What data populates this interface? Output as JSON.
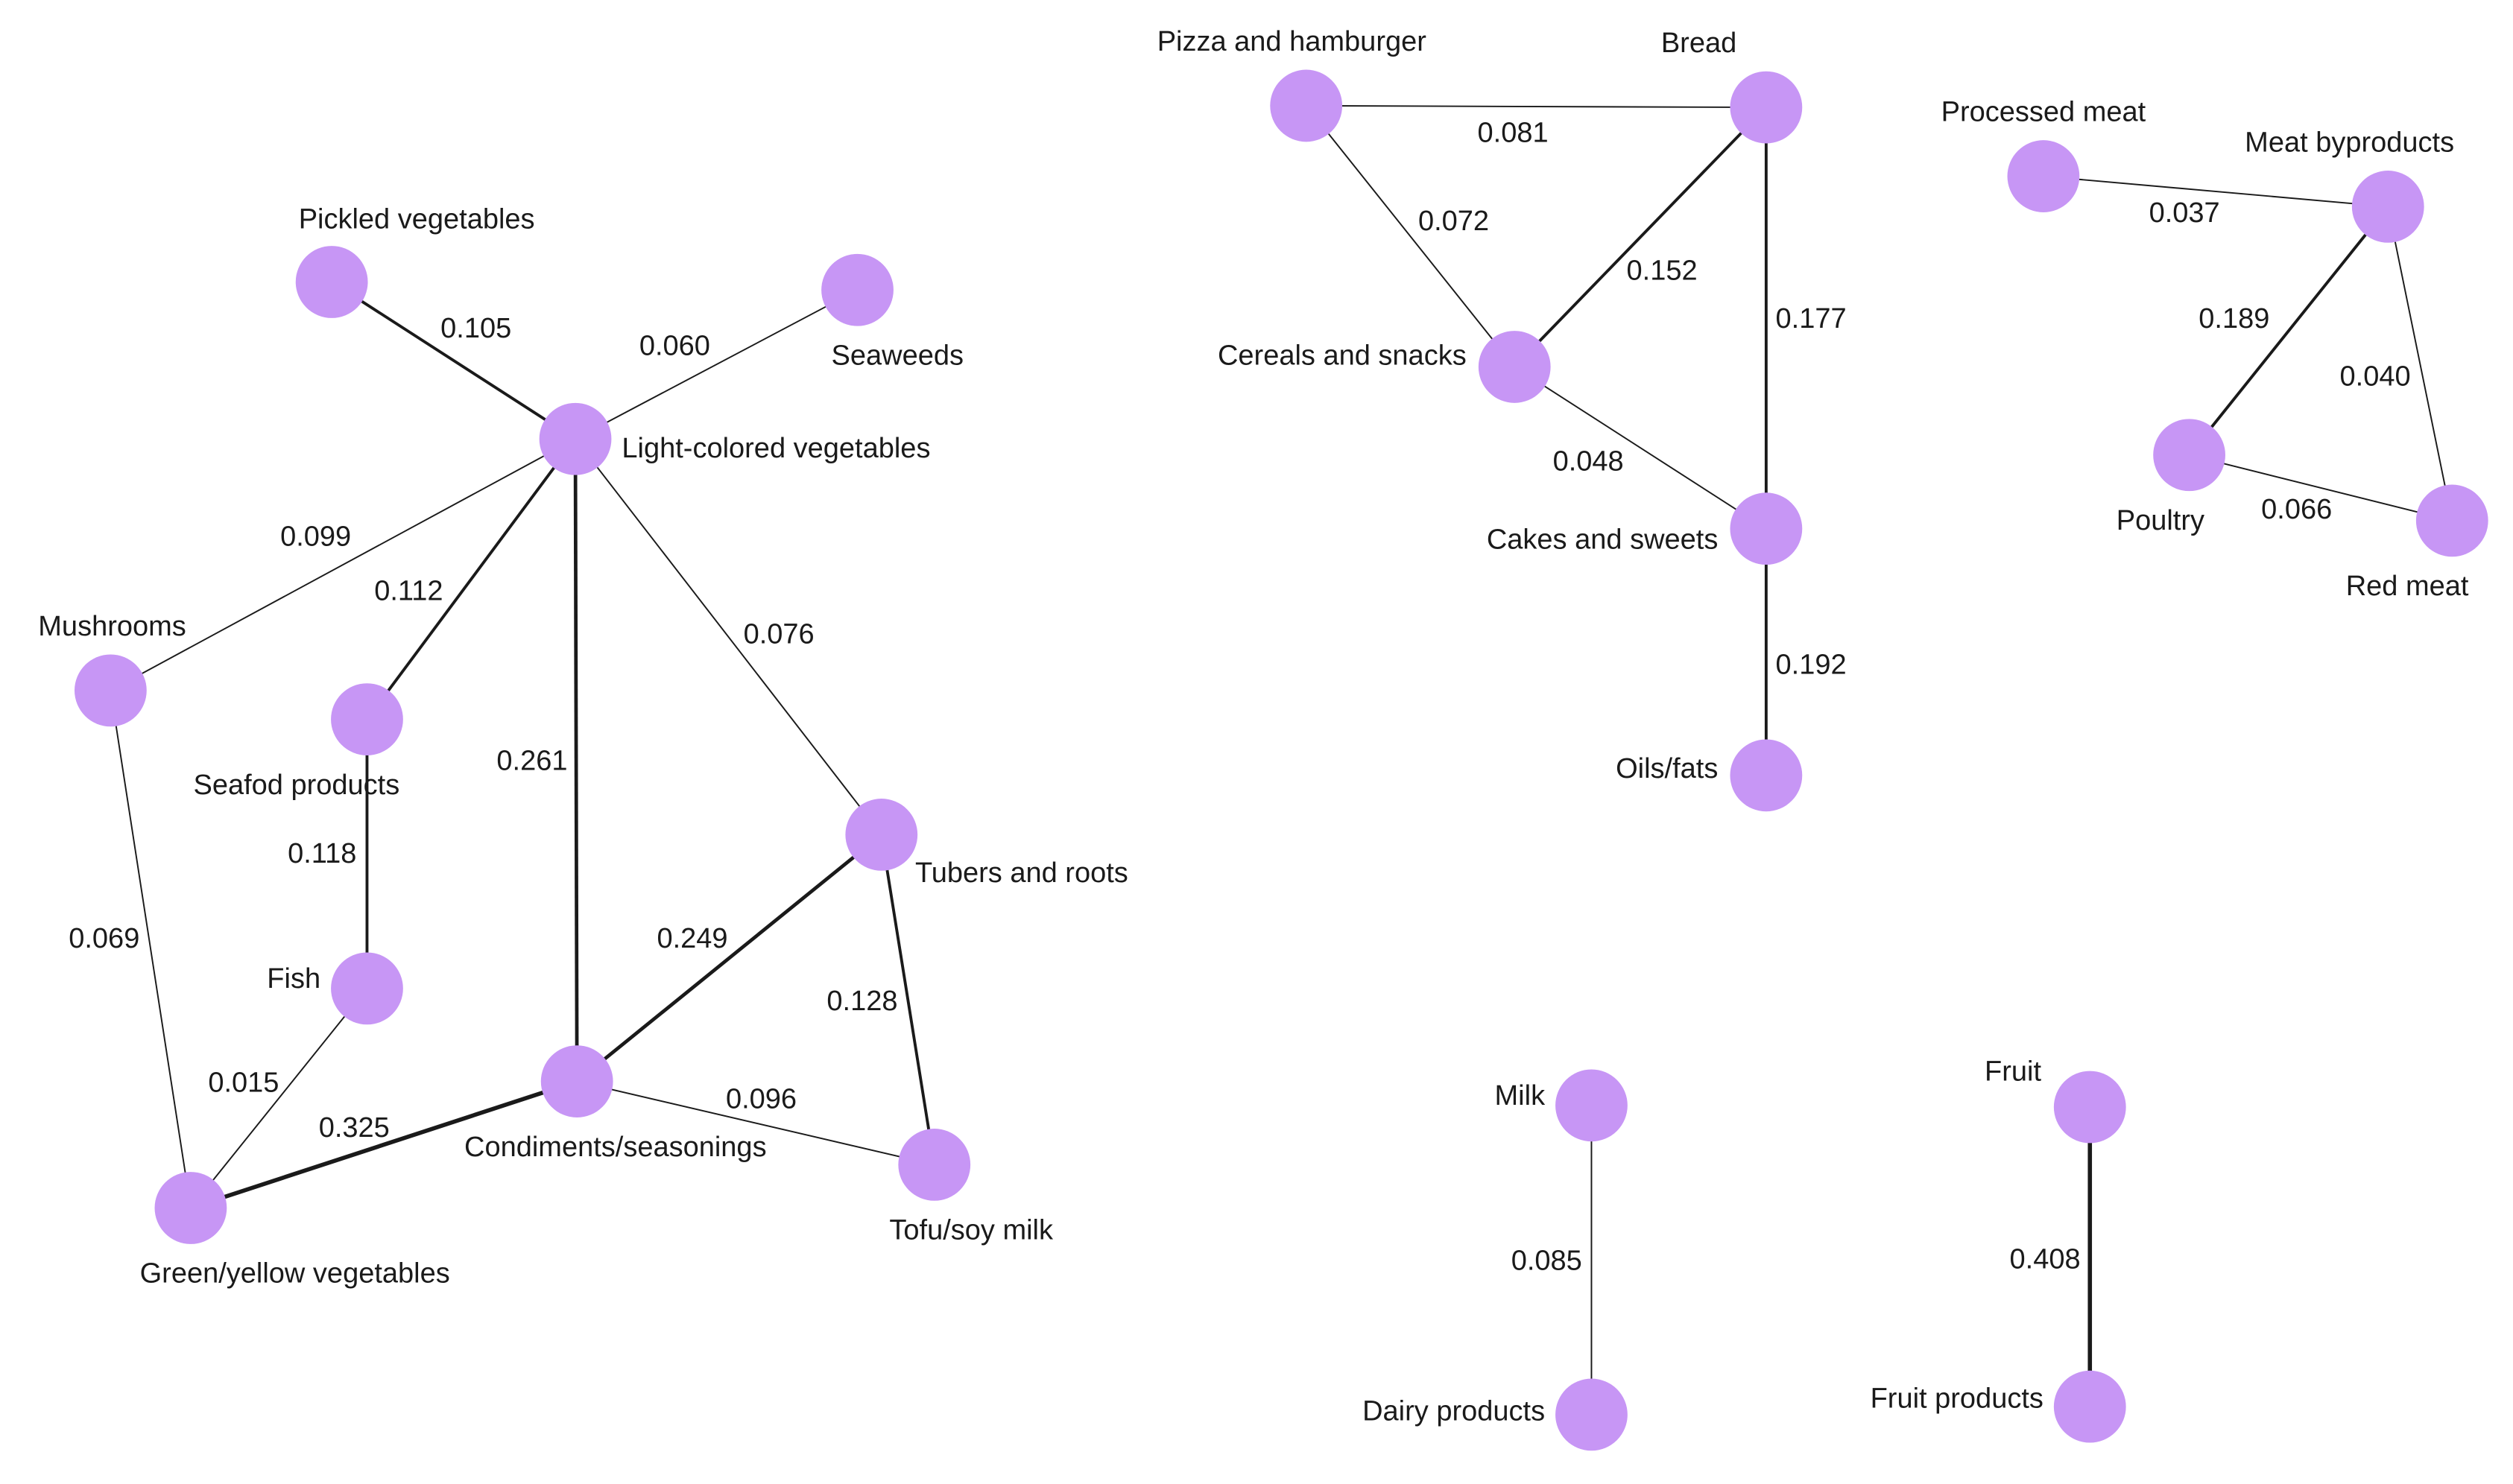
{
  "colors": {
    "node_fill": "#c796f5",
    "edge_stroke": "#1a1a1a",
    "text": "#1a1a1a",
    "background": "#ffffff"
  },
  "nodes": [
    {
      "id": "pickled",
      "label": "Pickled vegetables"
    },
    {
      "id": "seaweeds",
      "label": "Seaweeds"
    },
    {
      "id": "light",
      "label": "Light-colored vegetables"
    },
    {
      "id": "mushrooms",
      "label": "Mushrooms"
    },
    {
      "id": "seafood",
      "label": "Seafod products"
    },
    {
      "id": "fish",
      "label": "Fish"
    },
    {
      "id": "tubers",
      "label": "Tubers and roots"
    },
    {
      "id": "condiments",
      "label": "Condiments/seasonings"
    },
    {
      "id": "tofu",
      "label": "Tofu/soy milk"
    },
    {
      "id": "greenyellow",
      "label": "Green/yellow vegetables"
    },
    {
      "id": "pizza",
      "label": "Pizza and hamburger"
    },
    {
      "id": "bread",
      "label": "Bread"
    },
    {
      "id": "cereals",
      "label": "Cereals and snacks"
    },
    {
      "id": "cakes",
      "label": "Cakes and sweets"
    },
    {
      "id": "oils",
      "label": "Oils/fats"
    },
    {
      "id": "processed",
      "label": "Processed meat"
    },
    {
      "id": "byproducts",
      "label": "Meat byproducts"
    },
    {
      "id": "poultry",
      "label": "Poultry"
    },
    {
      "id": "redmeat",
      "label": "Red meat"
    },
    {
      "id": "milk",
      "label": "Milk"
    },
    {
      "id": "dairy",
      "label": "Dairy products"
    },
    {
      "id": "fruit",
      "label": "Fruit"
    },
    {
      "id": "fruitproducts",
      "label": "Fruit products"
    }
  ],
  "edges": [
    {
      "source": "pickled",
      "target": "light",
      "weight": "0.105"
    },
    {
      "source": "seaweeds",
      "target": "light",
      "weight": "0.060"
    },
    {
      "source": "light",
      "target": "mushrooms",
      "weight": "0.099"
    },
    {
      "source": "light",
      "target": "seafood",
      "weight": "0.112"
    },
    {
      "source": "light",
      "target": "condiments",
      "weight": "0.261"
    },
    {
      "source": "light",
      "target": "tubers",
      "weight": "0.076"
    },
    {
      "source": "seafood",
      "target": "fish",
      "weight": "0.118"
    },
    {
      "source": "mushrooms",
      "target": "greenyellow",
      "weight": "0.069"
    },
    {
      "source": "fish",
      "target": "greenyellow",
      "weight": "0.015"
    },
    {
      "source": "condiments",
      "target": "greenyellow",
      "weight": "0.325"
    },
    {
      "source": "tubers",
      "target": "condiments",
      "weight": "0.249"
    },
    {
      "source": "tubers",
      "target": "tofu",
      "weight": "0.128"
    },
    {
      "source": "condiments",
      "target": "tofu",
      "weight": "0.096"
    },
    {
      "source": "pizza",
      "target": "bread",
      "weight": "0.081"
    },
    {
      "source": "pizza",
      "target": "cereals",
      "weight": "0.072"
    },
    {
      "source": "bread",
      "target": "cereals",
      "weight": "0.152"
    },
    {
      "source": "bread",
      "target": "cakes",
      "weight": "0.177"
    },
    {
      "source": "cereals",
      "target": "cakes",
      "weight": "0.048"
    },
    {
      "source": "cakes",
      "target": "oils",
      "weight": "0.192"
    },
    {
      "source": "processed",
      "target": "byproducts",
      "weight": "0.037"
    },
    {
      "source": "byproducts",
      "target": "poultry",
      "weight": "0.189"
    },
    {
      "source": "byproducts",
      "target": "redmeat",
      "weight": "0.040"
    },
    {
      "source": "poultry",
      "target": "redmeat",
      "weight": "0.066"
    },
    {
      "source": "milk",
      "target": "dairy",
      "weight": "0.085"
    },
    {
      "source": "fruit",
      "target": "fruitproducts",
      "weight": "0.408"
    }
  ]
}
